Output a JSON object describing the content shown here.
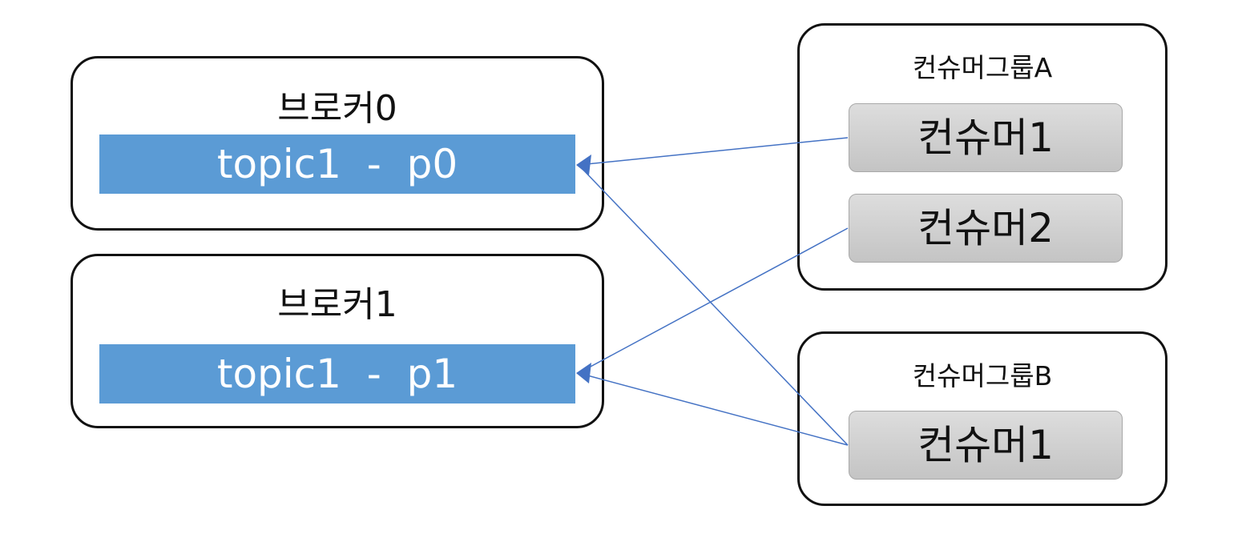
{
  "brokers": [
    {
      "title": "브로커0",
      "partition": "topic1  -  p0"
    },
    {
      "title": "브로커1",
      "partition": "topic1  -  p1"
    }
  ],
  "groups": [
    {
      "title": "컨슈머그룹A",
      "consumers": [
        "컨슈머1",
        "컨슈머2"
      ]
    },
    {
      "title": "컨슈머그룹B",
      "consumers": [
        "컨슈머1"
      ]
    }
  ],
  "colors": {
    "partition_fill": "#5b9bd5",
    "arrow": "#4472c4",
    "consumer_fill": "#d0d0d0"
  },
  "connections": [
    {
      "from": "groups.0.consumers.0",
      "to": "brokers.0.partition"
    },
    {
      "from": "groups.0.consumers.1",
      "to": "brokers.1.partition"
    },
    {
      "from": "groups.1.consumers.0",
      "to": "brokers.0.partition"
    },
    {
      "from": "groups.1.consumers.0",
      "to": "brokers.1.partition"
    }
  ]
}
